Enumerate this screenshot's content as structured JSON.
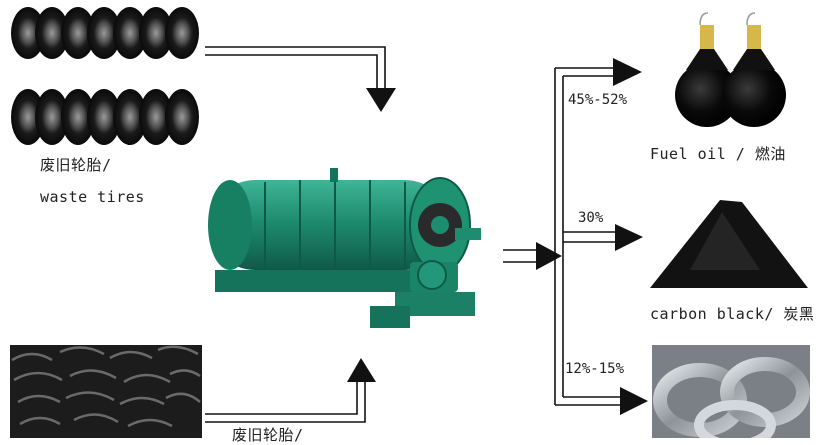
{
  "inputs": {
    "tires_label_cn": "废旧轮胎/",
    "tires_label_en": "waste tires",
    "bottom_label_cn": "废旧轮胎/"
  },
  "outputs": [
    {
      "percent": "45%-52%",
      "label": "Fuel oil / 燃油",
      "color": "#0b0b0b"
    },
    {
      "percent": "30%",
      "label": "carbon black/ 炭黑",
      "color": "#141414"
    },
    {
      "percent": "12%-15%",
      "label": "",
      "color": "#a8adb2"
    }
  ],
  "colors": {
    "machine": "#1e8c6f",
    "machine_dark": "#146b55",
    "arrow": "#111111",
    "tire": "#161616"
  }
}
